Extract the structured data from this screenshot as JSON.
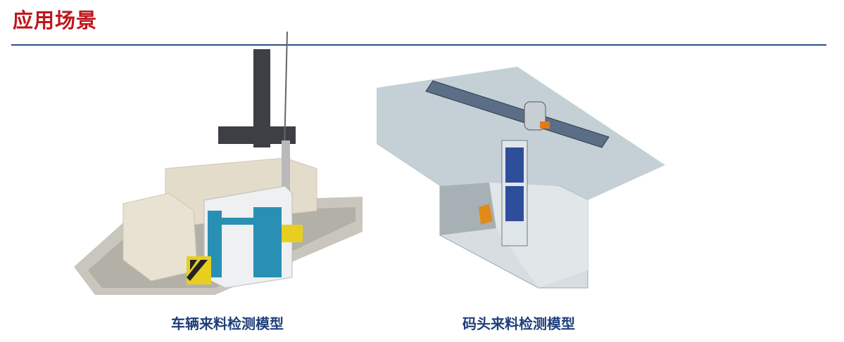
{
  "section_title": "应用场景",
  "figures": [
    {
      "caption": "车辆来料检测模型"
    },
    {
      "caption": "码头来料检测模型"
    }
  ],
  "colors": {
    "title": "#c0161c",
    "rule": "#2d4f86",
    "caption": "#1f3f7a"
  }
}
